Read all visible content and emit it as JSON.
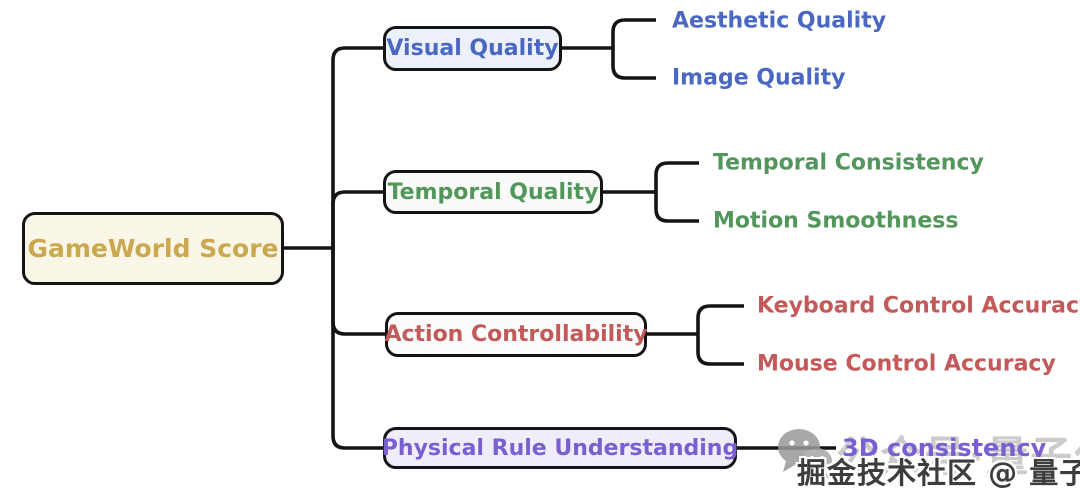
{
  "root": {
    "label": "GameWorld Score",
    "text_color": "#c9a84f",
    "bg_color": "#faf6e7"
  },
  "branches": [
    {
      "label": "Visual Quality",
      "color": "#4a68c2",
      "bg_color": "#ecf0fa",
      "children": [
        "Aesthetic Quality",
        "Image Quality"
      ]
    },
    {
      "label": "Temporal Quality",
      "color": "#53965c",
      "bg_color": "#f8fbf8",
      "children": [
        "Temporal Consistency",
        "Motion Smoothness"
      ]
    },
    {
      "label": "Action Controllability",
      "color": "#c4595a",
      "bg_color": "#fdfcfc",
      "children": [
        "Keyboard Control Accuracy",
        "Mouse Control Accuracy"
      ]
    },
    {
      "label": "Physical Rule Understanding",
      "color": "#7a5fd1",
      "bg_color": "#efedf9",
      "children": [
        "3D consistency"
      ]
    }
  ],
  "line_color": "#141414",
  "watermarks": {
    "faded": {
      "icon": "wechat-icon",
      "label": "公众号·量子位",
      "color": "#cbcbcb"
    },
    "dark": {
      "label": "掘金技术社区 @ 量子位",
      "color": "#3d3d3d"
    }
  }
}
